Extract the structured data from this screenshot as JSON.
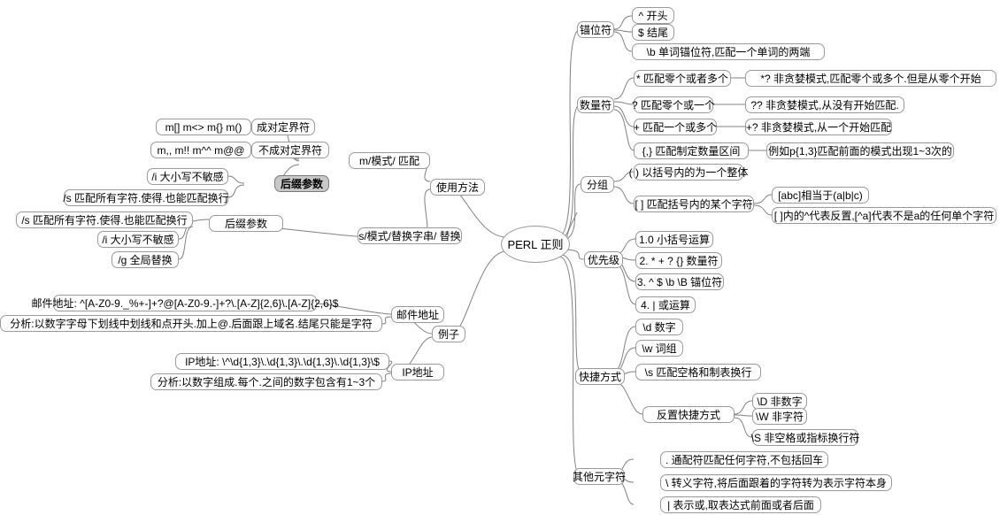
{
  "map": {
    "title": "PERL 正则",
    "root": {
      "label": "PERL 正则"
    },
    "branches": {
      "anchors": {
        "label": "锚位符",
        "children": [
          {
            "label": "^ 开头"
          },
          {
            "label": "$ 结尾"
          },
          {
            "label": "\\b 单词锚位符,匹配一个单词的两端"
          }
        ]
      },
      "quantifiers": {
        "label": "数量符",
        "children": [
          {
            "label": "* 匹配零个或者多个",
            "child": "*? 非贪婪模式,匹配零个或多个.但是从零个开始"
          },
          {
            "label": "? 匹配零个或一个",
            "child": "?? 非贪婪模式,从没有开始匹配."
          },
          {
            "label": "+ 匹配一个或多个",
            "child": "+? 非贪婪模式,从一个开始匹配"
          },
          {
            "label": "{,} 匹配制定数量区间",
            "child": "例如p{1,3}匹配前面的模式出现1~3次的"
          }
        ]
      },
      "grouping": {
        "label": "分组",
        "children": [
          {
            "label": "( ) 以括号内的为一个整体"
          },
          {
            "label": "[ ] 匹配括号内的某个字符",
            "subchildren": [
              "[abc]相当于(a|b|c)",
              "[ ]内的^代表反置,[^a]代表不是a的任何单个字符"
            ]
          }
        ]
      },
      "priority": {
        "label": "优先级",
        "children": [
          {
            "label": "1.0 小括号运算"
          },
          {
            "label": "2. * + ? {} 数量符"
          },
          {
            "label": "3. ^ $ \\b \\B 锚位符"
          },
          {
            "label": "4. | 或运算"
          }
        ]
      },
      "shortcuts": {
        "label": "快捷方式",
        "children": [
          {
            "label": "\\d 数字"
          },
          {
            "label": "\\w 词组"
          },
          {
            "label": "\\s 匹配空格和制表换行"
          },
          {
            "label": "反置快捷方式",
            "subchildren": [
              "\\D 非数字",
              "\\W 非字符",
              "\\S 非空格或指标换行符"
            ]
          }
        ]
      },
      "other_meta": {
        "label": "其他元字符",
        "children": [
          {
            "label": ". 通配符匹配任何字符,不包括回车"
          },
          {
            "label": "\\ 转义字符,将后面跟着的字符转为表示字符本身"
          },
          {
            "label": "| 表示或,取表达式前面或者后面"
          }
        ]
      },
      "usage": {
        "label": "使用方法",
        "children": [
          {
            "label": "m/模式/  匹配",
            "children": [
              {
                "label": "成对定界符",
                "child": "m[] m<> m{} m()"
              },
              {
                "label": "不成对定界符",
                "child": "m,, m!! m^^ m@@"
              },
              {
                "label": "后缀参数",
                "selected": true,
                "subchildren": [
                  "/i 大小写不敏感",
                  "/s 匹配所有字符.使得.也能匹配换行"
                ]
              }
            ]
          },
          {
            "label": "s/模式/替换字串/  替换",
            "children": [
              {
                "label": "后缀参数",
                "selected": false,
                "subchildren": [
                  "/s 匹配所有字符.使得.也能匹配换行",
                  "/i 大小写不敏感",
                  "/g 全局替换"
                ]
              }
            ]
          }
        ]
      },
      "examples": {
        "label": "例子",
        "children": [
          {
            "label": "邮件地址",
            "subchildren": [
              "邮件地址: ^[A-Z0-9._%+-]+?@[A-Z0-9.-]+?\\.[A-Z]{2,6}\\.[A-Z]{2,6}$",
              "分析:以数字字母下划线中划线和点开头.加上@.后面跟上域名.结尾只能是字符"
            ]
          },
          {
            "label": "IP地址",
            "subchildren": [
              "IP地址: \\^\\d{1,3}\\.\\d{1,3}\\.\\d{1,3}\\.\\d{1,3}\\$",
              "分析:以数字组成.每个.之间的数字包含有1~3个"
            ]
          }
        ]
      }
    }
  },
  "colors": {
    "line": "#808080",
    "node_border": "#9a9a9a",
    "node_bg": "#ffffff",
    "selected_bg": "#c8c8c8",
    "code_text": "#8a5a2b",
    "text": "#000000"
  }
}
